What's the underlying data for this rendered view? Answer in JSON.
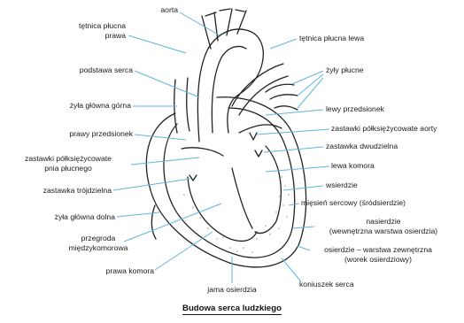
{
  "caption": "Budowa serca ludzkiego",
  "labels": {
    "aorta": "aorta",
    "tetnica_prawa": "tętnica płucna\nprawa",
    "tetnica_lewa": "tętnica płucna lewa",
    "podstawa": "podstawa serca",
    "zyly_plucne": "żyły płucne",
    "zyla_gorna": "żyła główna górna",
    "lewy_przedsionek": "lewy przedsionek",
    "zastawki_aorty": "zastawki półksiężycowate aorty",
    "prawy_przedsionek": "prawy przedsionek",
    "zastawka_dwudzielna": "zastawka dwudzielna",
    "zastawki_pnia": "zastawki półksiężycowate\npnia płucnego",
    "lewa_komora": "lewa komora",
    "wsierdzie": "wsierdzie",
    "zastawka_trojdzielna": "zastawka trójdzielna",
    "miesien": "mięsień sercowy (śródsierdzie)",
    "zyla_dolna": "żyła główna dolna",
    "nasierdzie": "nasierdzie\n(wewnętrzna warstwa osierdzia)",
    "przegroda": "przegroda\nmiędzykomorowa",
    "osierdzie": "osierdzie – warstwa zewnętrzna\n(worek osierdziowy)",
    "prawa_komora": "prawa komora",
    "koniuszek": "koniuszek serca",
    "jama": "jama osierdzia"
  },
  "colors": {
    "leader": "#5fb6dc",
    "outline": "#222222",
    "stipple": "#9a9a9a"
  }
}
